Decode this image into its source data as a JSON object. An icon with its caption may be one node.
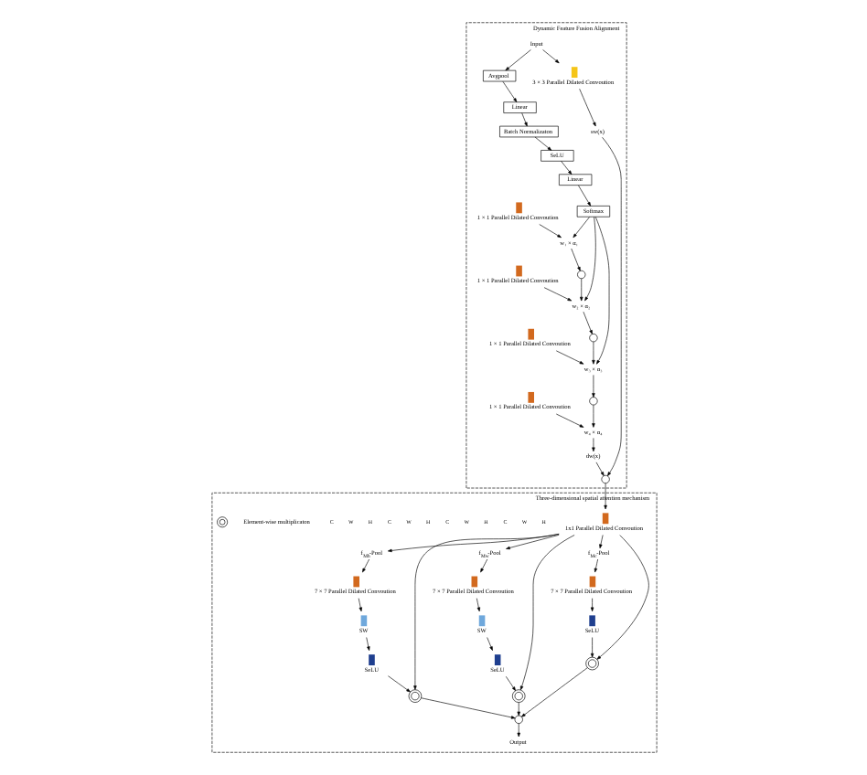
{
  "diagram": {
    "nodes": [
      {
        "text": [
          "Dynamic Feature Fusion Alignment"
        ]
      },
      {
        "text": [
          "Input"
        ],
        "in": 0
      },
      {
        "text": [
          "Avgpool"
        ],
        "in": 0
      },
      {
        "text": [
          "Linear"
        ],
        "in": 0
      },
      {
        "text": [
          "Batch Normalizaton"
        ],
        "in": 0
      },
      {
        "text": [
          "SeLU"
        ],
        "in": 0
      },
      {
        "text": [
          "Linear"
        ],
        "in": 0
      },
      {
        "text": [
          "Softmax"
        ],
        "in": 0
      },
      {
        "text": [
          "1 × 1 Parallel Dilated Convoution"
        ],
        "in": 0
      },
      {
        "text": [
          "1 × 1 Parallel Dilated Convoution"
        ],
        "in": 0
      },
      {
        "text": [
          "1 × 1 Parallel Dilated Convoution"
        ],
        "in": 0
      },
      {
        "text": [
          "1 × 1 Parallel Dilated Convoution"
        ],
        "in": 0
      },
      {
        "text": [
          "3 × 3 Parallel Dilated Convoution"
        ],
        "in": 0
      },
      {
        "text": [
          "w₁ × α₁"
        ],
        "in": 0
      },
      {
        "text": [
          "w₂ × α₂"
        ],
        "in": 0
      },
      {
        "text": [
          "w₃ × α₃"
        ],
        "in": 0
      },
      {
        "text": [
          "w₄ × α₄"
        ],
        "in": 0
      },
      {
        "text": [],
        "shape": "circle",
        "in": 0
      },
      {
        "text": [],
        "shape": "circle",
        "in": 0
      },
      {
        "text": [],
        "shape": "circle",
        "in": 0
      },
      {
        "text": [
          "dw(x)"
        ],
        "in": 0
      },
      {
        "text": [
          "sw(x)"
        ],
        "in": 0
      },
      {
        "text": [],
        "shape": "circle",
        "in": 0
      },
      {
        "text": [
          "Three-dimensional spatial attention mechanism"
        ]
      },
      {
        "text": [
          "1x1 Parallel Dilated Convoution"
        ],
        "in": 23
      },
      {
        "text": [
          "f$_{Mh}$-Pool"
        ],
        "in": 23
      },
      {
        "text": [
          "7 × 7 Parallel Dilated Convoution"
        ],
        "in": 23
      },
      {
        "text": [
          "SW"
        ],
        "in": 23
      },
      {
        "text": [
          "SeLU"
        ],
        "in": 23
      },
      {
        "text": [],
        "shape": "circle",
        "in": 23
      },
      {
        "text": [
          "f$_{Mw}$-Pool"
        ],
        "in": 23
      },
      {
        "text": [
          "7 × 7 Parallel Dilated Convoution"
        ],
        "in": 23
      },
      {
        "text": [
          "SW"
        ],
        "in": 23
      },
      {
        "text": [
          "SeLU"
        ],
        "in": 23
      },
      {
        "text": [],
        "shape": "circle",
        "in": 23
      },
      {
        "text": [
          "f$_{Mc}$-Pool"
        ],
        "in": 23
      },
      {
        "text": [
          "7 × 7 Parallel Dilated Convoution"
        ],
        "in": 23
      },
      {
        "text": [
          "SeLU"
        ],
        "in": 23
      },
      {
        "text": [],
        "shape": "circle",
        "in": 23
      },
      {
        "text": [],
        "shape": "circle",
        "in": 23
      },
      {
        "text": [
          "Output"
        ],
        "in": 23
      }
    ],
    "edges": [
      {
        "from": 1,
        "to": 2,
        "arrow": "to"
      },
      {
        "from": 2,
        "to": 3,
        "arrow": "to"
      },
      {
        "from": 3,
        "to": 4,
        "arrow": "to"
      },
      {
        "from": 4,
        "to": 5,
        "arrow": "to"
      },
      {
        "from": 5,
        "to": 6,
        "arrow": "to"
      },
      {
        "from": 6,
        "to": 7,
        "arrow": "to"
      },
      {
        "from": 7,
        "to": 13,
        "arrow": "to"
      },
      {
        "from": 7,
        "to": 14,
        "arrow": "to"
      },
      {
        "from": 7,
        "to": 15,
        "arrow": "to"
      },
      {
        "from": 8,
        "to": 13,
        "arrow": "to"
      },
      {
        "from": 9,
        "to": 14,
        "arrow": "to"
      },
      {
        "from": 10,
        "to": 15,
        "arrow": "to"
      },
      {
        "from": 11,
        "to": 16,
        "arrow": "to"
      },
      {
        "from": 13,
        "to": 17,
        "arrow": "to"
      },
      {
        "from": 17,
        "to": 14,
        "arrow": "to"
      },
      {
        "from": 14,
        "to": 18,
        "arrow": "to"
      },
      {
        "from": 18,
        "to": 15,
        "arrow": "to"
      },
      {
        "from": 15,
        "to": 19,
        "arrow": "to"
      },
      {
        "from": 19,
        "to": 16,
        "arrow": "to"
      },
      {
        "from": 16,
        "to": 20,
        "arrow": "to"
      },
      {
        "from": 1,
        "to": 12,
        "arrow": "to"
      },
      {
        "from": 12,
        "to": 21,
        "arrow": "to"
      },
      {
        "from": 20,
        "to": 22,
        "arrow": "to"
      },
      {
        "from": 21,
        "to": 22,
        "arrow": "to"
      },
      {
        "from": 22,
        "to": 24,
        "arrow": "to"
      },
      {
        "from": 24,
        "to": 25,
        "arrow": "to"
      },
      {
        "from": 24,
        "to": 30,
        "arrow": "to"
      },
      {
        "from": 24,
        "to": 35,
        "arrow": "to"
      },
      {
        "from": 25,
        "to": 26,
        "arrow": "to"
      },
      {
        "from": 26,
        "to": 27,
        "arrow": "to"
      },
      {
        "from": 27,
        "to": 28,
        "arrow": "to"
      },
      {
        "from": 28,
        "to": 29,
        "arrow": "to"
      },
      {
        "from": 24,
        "to": 29,
        "arrow": "to"
      },
      {
        "from": 30,
        "to": 31,
        "arrow": "to"
      },
      {
        "from": 31,
        "to": 32,
        "arrow": "to"
      },
      {
        "from": 32,
        "to": 33,
        "arrow": "to"
      },
      {
        "from": 33,
        "to": 34,
        "arrow": "to"
      },
      {
        "from": 24,
        "to": 34,
        "arrow": "to"
      },
      {
        "from": 35,
        "to": 36,
        "arrow": "to"
      },
      {
        "from": 36,
        "to": 37,
        "arrow": "to"
      },
      {
        "from": 37,
        "to": 38,
        "arrow": "to"
      },
      {
        "from": 24,
        "to": 38,
        "arrow": "to"
      },
      {
        "from": 29,
        "to": 39,
        "arrow": "to"
      },
      {
        "from": 34,
        "to": 39,
        "arrow": "to"
      },
      {
        "from": 38,
        "to": 39,
        "arrow": "to"
      },
      {
        "from": 39,
        "to": 40,
        "arrow": "to"
      }
    ],
    "labels": [
      "H",
      "W",
      "C",
      "H",
      "W",
      "C",
      "H",
      "W",
      "C",
      "H",
      "W",
      "C"
    ],
    "legend": [
      {
        "text": "Element-wise multiplicaton"
      }
    ]
  }
}
